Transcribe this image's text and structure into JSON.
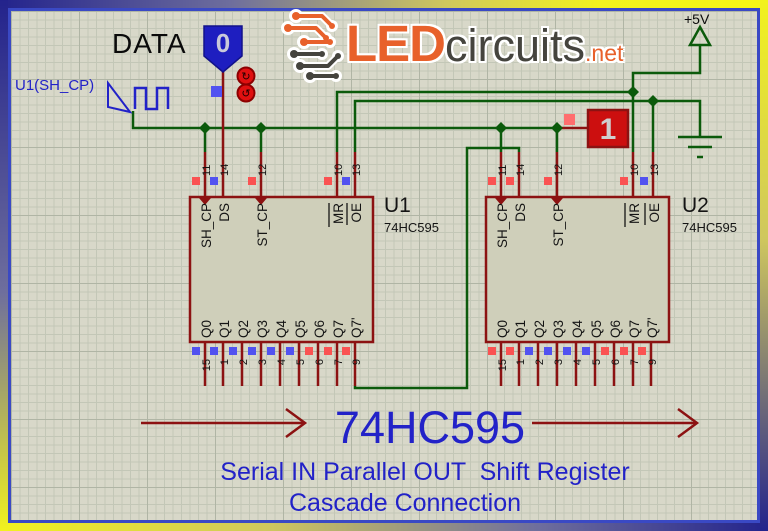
{
  "logo": {
    "led": "LED",
    "circuits": "circuits",
    "tld": ".net"
  },
  "annotations": {
    "data_label": "DATA",
    "clock_net_label": "U1(SH_CP)",
    "power_label": "+5V"
  },
  "probes": {
    "data_state": "0",
    "serial_state": "1"
  },
  "chips": {
    "u1": {
      "ref": "U1",
      "part": "74HC595",
      "top_pins": [
        {
          "num": "11",
          "name": "SH_CP",
          "state_color": "#fa5252"
        },
        {
          "num": "14",
          "name": "DS",
          "state_color": "#5252f0"
        },
        {
          "num": "12",
          "name": "ST_CP",
          "state_color": "#fa5252"
        },
        {
          "num": "10",
          "name": "MR",
          "state_color": "#fa5252"
        },
        {
          "num": "13",
          "name": "OE",
          "state_color": "#5252f0"
        }
      ],
      "bottom_pins": [
        {
          "num": "15",
          "name": "Q0",
          "state_color": "#5252f0"
        },
        {
          "num": "1",
          "name": "Q1",
          "state_color": "#5252f0"
        },
        {
          "num": "2",
          "name": "Q2",
          "state_color": "#5252f0"
        },
        {
          "num": "3",
          "name": "Q3",
          "state_color": "#5252f0"
        },
        {
          "num": "4",
          "name": "Q4",
          "state_color": "#5252f0"
        },
        {
          "num": "5",
          "name": "Q5",
          "state_color": "#5252f0"
        },
        {
          "num": "6",
          "name": "Q6",
          "state_color": "#fa5252"
        },
        {
          "num": "7",
          "name": "Q7",
          "state_color": "#fa5252"
        },
        {
          "num": "9",
          "name": "Q7'",
          "state_color": "#fa5252"
        }
      ]
    },
    "u2": {
      "ref": "U2",
      "part": "74HC595",
      "top_pins": [
        {
          "num": "11",
          "name": "SH_CP",
          "state_color": "#fa5252"
        },
        {
          "num": "14",
          "name": "DS",
          "state_color": "#fa5252"
        },
        {
          "num": "12",
          "name": "ST_CP",
          "state_color": "#fa5252"
        },
        {
          "num": "10",
          "name": "MR",
          "state_color": "#fa5252"
        },
        {
          "num": "13",
          "name": "OE",
          "state_color": "#5252f0"
        }
      ],
      "bottom_pins": [
        {
          "num": "15",
          "name": "Q0",
          "state_color": "#fa5252"
        },
        {
          "num": "1",
          "name": "Q1",
          "state_color": "#fa5252"
        },
        {
          "num": "2",
          "name": "Q2",
          "state_color": "#5252f0"
        },
        {
          "num": "3",
          "name": "Q3",
          "state_color": "#5252f0"
        },
        {
          "num": "4",
          "name": "Q4",
          "state_color": "#5252f0"
        },
        {
          "num": "5",
          "name": "Q5",
          "state_color": "#5252f0"
        },
        {
          "num": "6",
          "name": "Q6",
          "state_color": "#fa5252"
        },
        {
          "num": "7",
          "name": "Q7",
          "state_color": "#fa5252"
        },
        {
          "num": "9",
          "name": "Q7'",
          "state_color": "#fa5252"
        }
      ]
    }
  },
  "caption": {
    "headline": "74HC595",
    "line1": "Serial IN Parallel OUT  Shift Register",
    "line2": "Cascade Connection"
  },
  "colors": {
    "wire_green": "#0b5a0b",
    "pin_red": "#8c1212",
    "state_high": "#fa5252",
    "state_low": "#5252f0",
    "caption_blue": "#2222c8",
    "logo_orange": "#e8612b",
    "logo_gray": "#45443e",
    "probe_blue": "#1e1ec0",
    "logicstate_red": "#cc0f0f"
  }
}
